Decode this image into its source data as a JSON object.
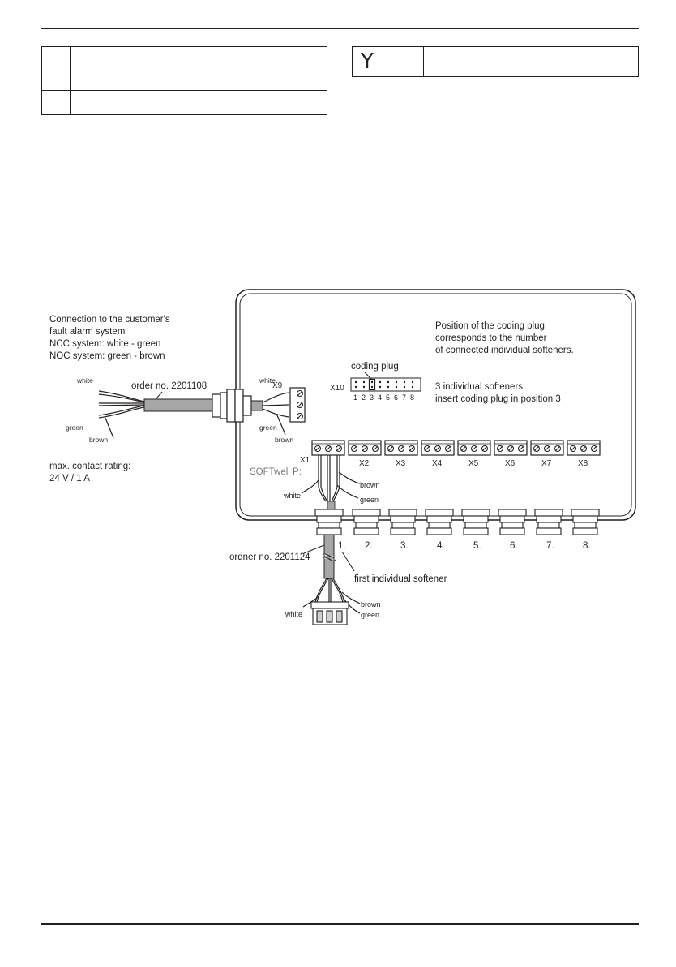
{
  "header": {
    "symbol": "Y"
  },
  "diagram": {
    "alarm_lines": [
      "Connection to the customer's",
      "fault alarm system",
      "NCC system: white - green",
      "NOC system: green - brown"
    ],
    "coding_note_lines": [
      "Position of the coding plug",
      "corresponds to the number",
      "of connected individual softeners."
    ],
    "coding_plug_label": "coding plug",
    "x10_label": "X10",
    "plug_positions": [
      "1",
      "2",
      "3",
      "4",
      "5",
      "6",
      "7",
      "8"
    ],
    "example_lines": [
      "3 individual softeners:",
      "insert coding plug in position 3"
    ],
    "order_no_alarm": "order no. 2201108",
    "x9_label": "X9",
    "x1_label": "X1",
    "softwell_label": "SOFTwell P:",
    "max_rating_lines": [
      "max. contact rating:",
      "24 V / 1 A"
    ],
    "wire_white": "white",
    "wire_green": "green",
    "wire_brown": "brown",
    "terminals": [
      "X2",
      "X3",
      "X4",
      "X5",
      "X6",
      "X7",
      "X8"
    ],
    "gland_numbers": [
      "1.",
      "2.",
      "3.",
      "4.",
      "5.",
      "6.",
      "7.",
      "8."
    ],
    "order_no_softener": "ordner no. 2201124",
    "first_softener_label": "first individual softener"
  }
}
